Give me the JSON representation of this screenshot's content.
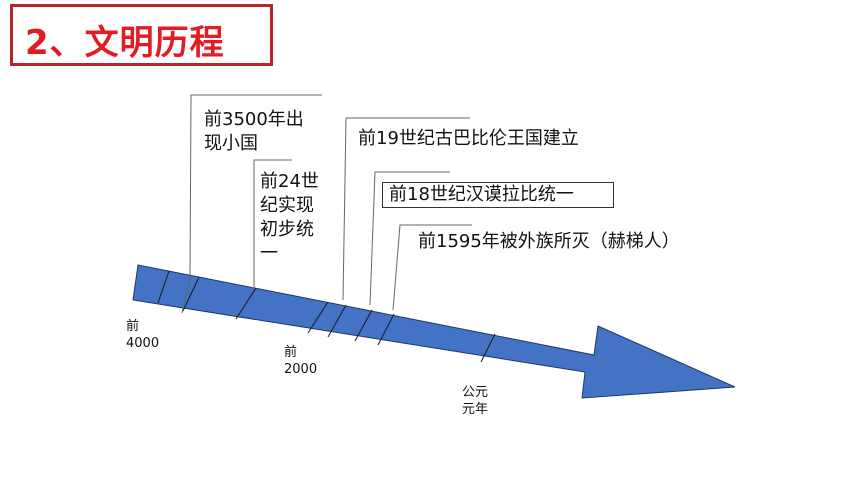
{
  "title": "2、文明历程",
  "events": [
    {
      "lines": [
        "前3500年出",
        "现小国"
      ]
    },
    {
      "lines": [
        "前24世",
        "纪实现",
        "初步统",
        "一"
      ]
    },
    {
      "lines": [
        "前19世纪古巴比伦王国建立"
      ]
    },
    {
      "lines": [
        "前18世纪汉谟拉比统一"
      ]
    },
    {
      "lines": [
        "前1595年被外族所灭（赫梯人）"
      ]
    }
  ],
  "eras": [
    {
      "lines": [
        "前",
        "4000"
      ]
    },
    {
      "lines": [
        "前",
        "2000"
      ]
    },
    {
      "lines": [
        "公元",
        "元年"
      ]
    }
  ],
  "colors": {
    "title_red": "#e31b23",
    "title_border": "#b3262b",
    "arrow_fill": "#4472c4",
    "arrow_stroke": "#1f3864"
  }
}
